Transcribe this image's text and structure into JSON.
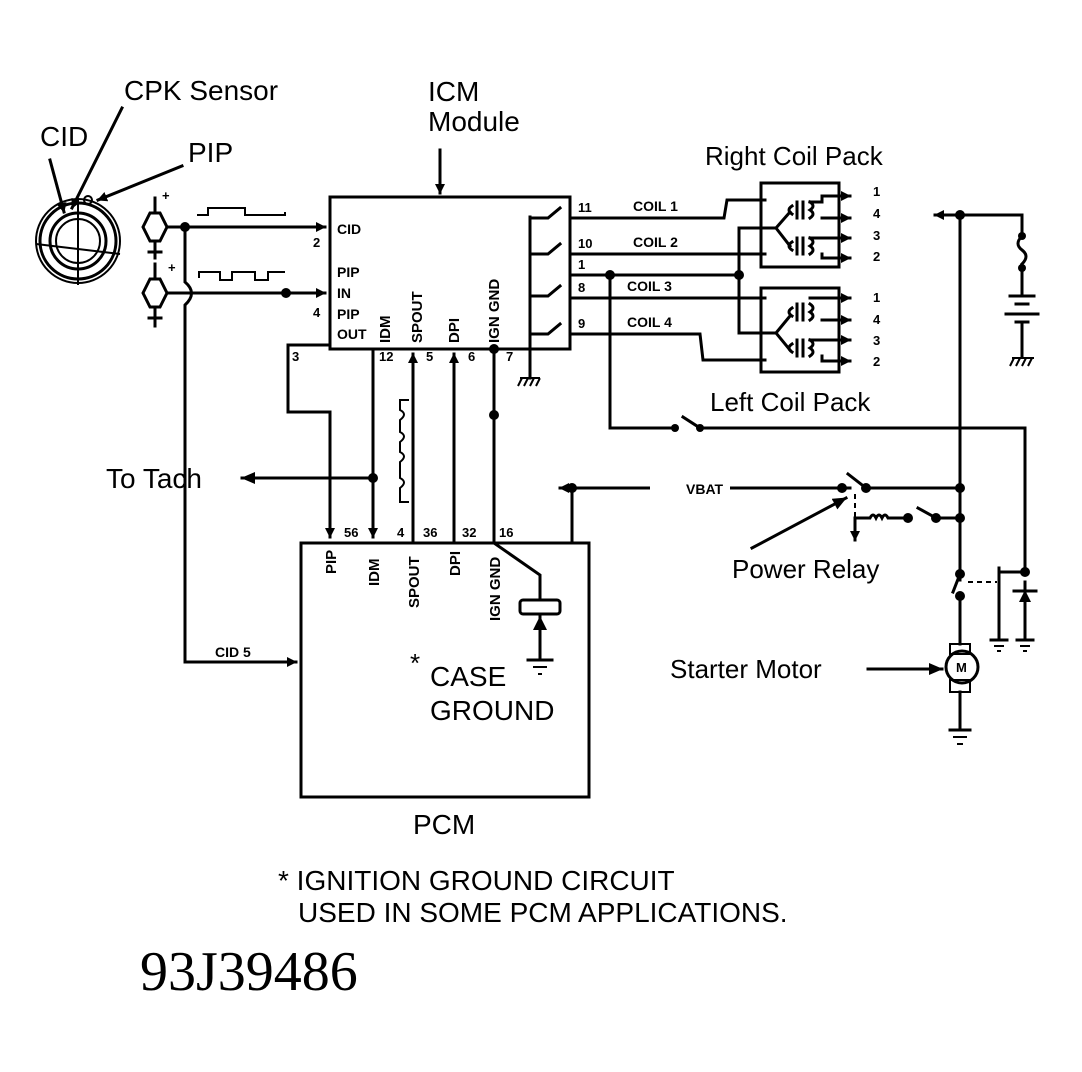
{
  "diagram": {
    "title_code": "93J39486",
    "colors": {
      "ink": "#000000",
      "paper": "#ffffff"
    },
    "callouts": {
      "cpk_sensor": "CPK Sensor",
      "cid": "CID",
      "pip": "PIP",
      "icm_line1": "ICM",
      "icm_line2": "Module",
      "right_coil_pack": "Right Coil Pack",
      "left_coil_pack": "Left Coil Pack",
      "to_tach": "To Tach",
      "power_relay": "Power Relay",
      "starter_motor": "Starter Motor",
      "pcm": "PCM",
      "case_ground_star": "*",
      "case_ground_line1": "CASE",
      "case_ground_line2": "GROUND"
    },
    "icm": {
      "inputs": [
        {
          "label": "CID",
          "pin": "2"
        },
        {
          "label_line1": "PIP",
          "label_line2": "IN",
          "pin": "4"
        },
        {
          "label_line1": "PIP",
          "label_line2": "OUT",
          "pin": "3"
        }
      ],
      "bottom_pins": [
        {
          "label": "IDM",
          "pin": "12"
        },
        {
          "label": "SPOUT",
          "pin": "5"
        },
        {
          "label": "DPI",
          "pin": "6"
        },
        {
          "label": "IGN GND",
          "pin": "7"
        }
      ],
      "right_pins": [
        {
          "pin": "11",
          "signal": "COIL 1"
        },
        {
          "pin": "10",
          "signal": "COIL 2"
        },
        {
          "pin": "1",
          "signal": ""
        },
        {
          "pin": "8",
          "signal": "COIL 3"
        },
        {
          "pin": "9",
          "signal": "COIL 4"
        }
      ]
    },
    "coil_packs": {
      "right_outputs": [
        "1",
        "4",
        "3",
        "2"
      ],
      "left_outputs": [
        "1",
        "4",
        "3",
        "2"
      ]
    },
    "pcm": {
      "top_pins": [
        {
          "label": "PIP",
          "pin": "56"
        },
        {
          "label": "IDM",
          "pin": "4"
        },
        {
          "label": "SPOUT",
          "pin": "36"
        },
        {
          "label": "DPI",
          "pin": "32"
        },
        {
          "label": "IGN GND",
          "pin": "16"
        }
      ],
      "cid_input": "CID 5"
    },
    "signals": {
      "vbat": "VBAT",
      "sensor_polarity": "+",
      "motor": "M"
    },
    "footnote": {
      "line1": "* IGNITION GROUND CIRCUIT",
      "line2": "USED IN SOME PCM APPLICATIONS."
    }
  }
}
